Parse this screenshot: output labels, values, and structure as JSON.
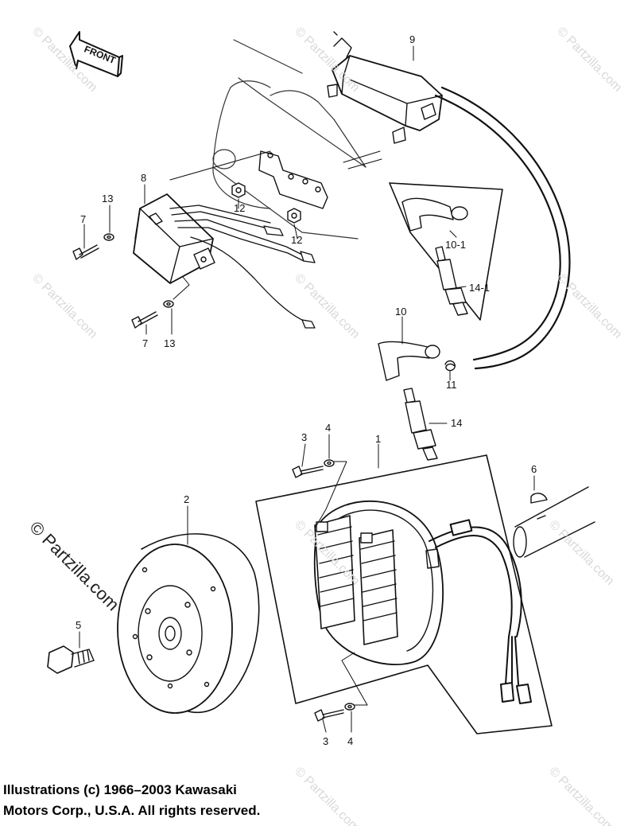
{
  "front_label": "FRONT",
  "callouts": {
    "c1": "1",
    "c2": "2",
    "c3a": "3",
    "c3b": "3",
    "c4a": "4",
    "c4b": "4",
    "c5": "5",
    "c6": "6",
    "c7a": "7",
    "c7b": "7",
    "c8": "8",
    "c9": "9",
    "c10": "10",
    "c10_1": "10-1",
    "c11": "11",
    "c12a": "12",
    "c12b": "12",
    "c13a": "13",
    "c13b": "13",
    "c14": "14",
    "c14_1": "14-1"
  },
  "watermark": {
    "text": "© Partzilla.com",
    "big_text": "© Partzilla.com"
  },
  "copyright": {
    "line1": "Illustrations (c) 1966–2003 Kawasaki",
    "line2": "Motors Corp., U.S.A.  All rights reserved."
  }
}
